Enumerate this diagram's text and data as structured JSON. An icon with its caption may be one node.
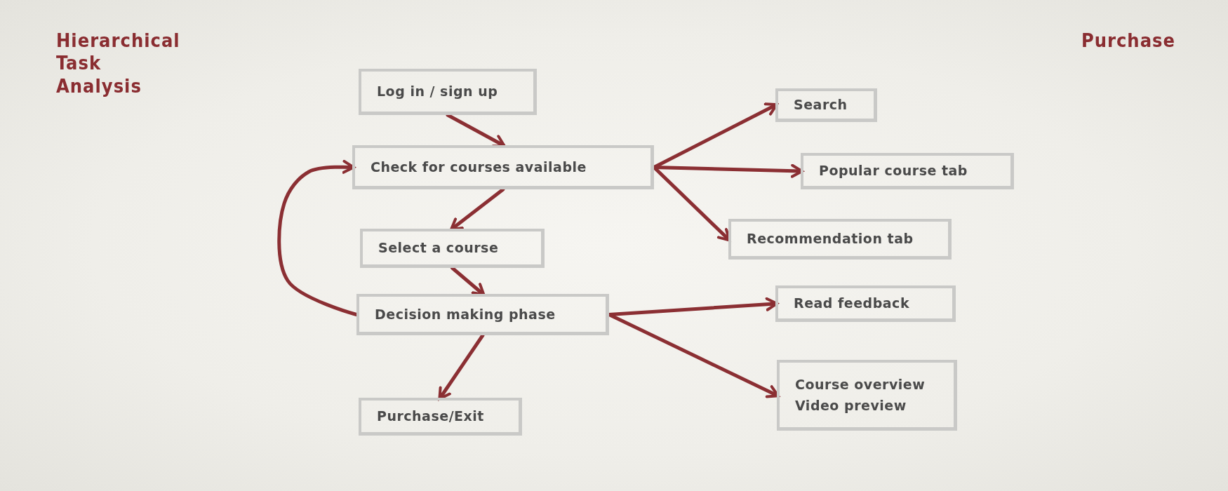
{
  "diagram": {
    "title": "Hierarchical Task Analysis",
    "nodes": [
      {
        "text": [
          "Log in / sign up"
        ]
      },
      {
        "text": [
          "Check for courses available"
        ]
      },
      {
        "text": [
          "Select a course"
        ]
      },
      {
        "text": [
          "Decision making phase"
        ]
      },
      {
        "text": [
          "Purchase/Exit"
        ]
      },
      {
        "text": [
          "Search"
        ]
      },
      {
        "text": [
          "Popular course tab"
        ]
      },
      {
        "text": [
          "Recommendation tab"
        ]
      },
      {
        "text": [
          "Read feedback"
        ]
      },
      {
        "text": [
          "Course overview Video preview"
        ]
      }
    ],
    "edges": [
      {
        "from": 0,
        "to": 1,
        "arrow": "to"
      },
      {
        "from": 1,
        "to": 2,
        "arrow": "to"
      },
      {
        "from": 2,
        "to": 3,
        "arrow": "to"
      },
      {
        "from": 3,
        "to": 4,
        "arrow": "to"
      },
      {
        "from": 3,
        "to": 1,
        "arrow": "to"
      },
      {
        "from": 1,
        "to": 5,
        "arrow": "to"
      },
      {
        "from": 1,
        "to": 6,
        "arrow": "to"
      },
      {
        "from": 1,
        "to": 7,
        "arrow": "to"
      },
      {
        "from": 3,
        "to": 8,
        "arrow": "to"
      },
      {
        "from": 3,
        "to": 9,
        "arrow": "to"
      }
    ],
    "labels": [
      "Purchase"
    ]
  }
}
